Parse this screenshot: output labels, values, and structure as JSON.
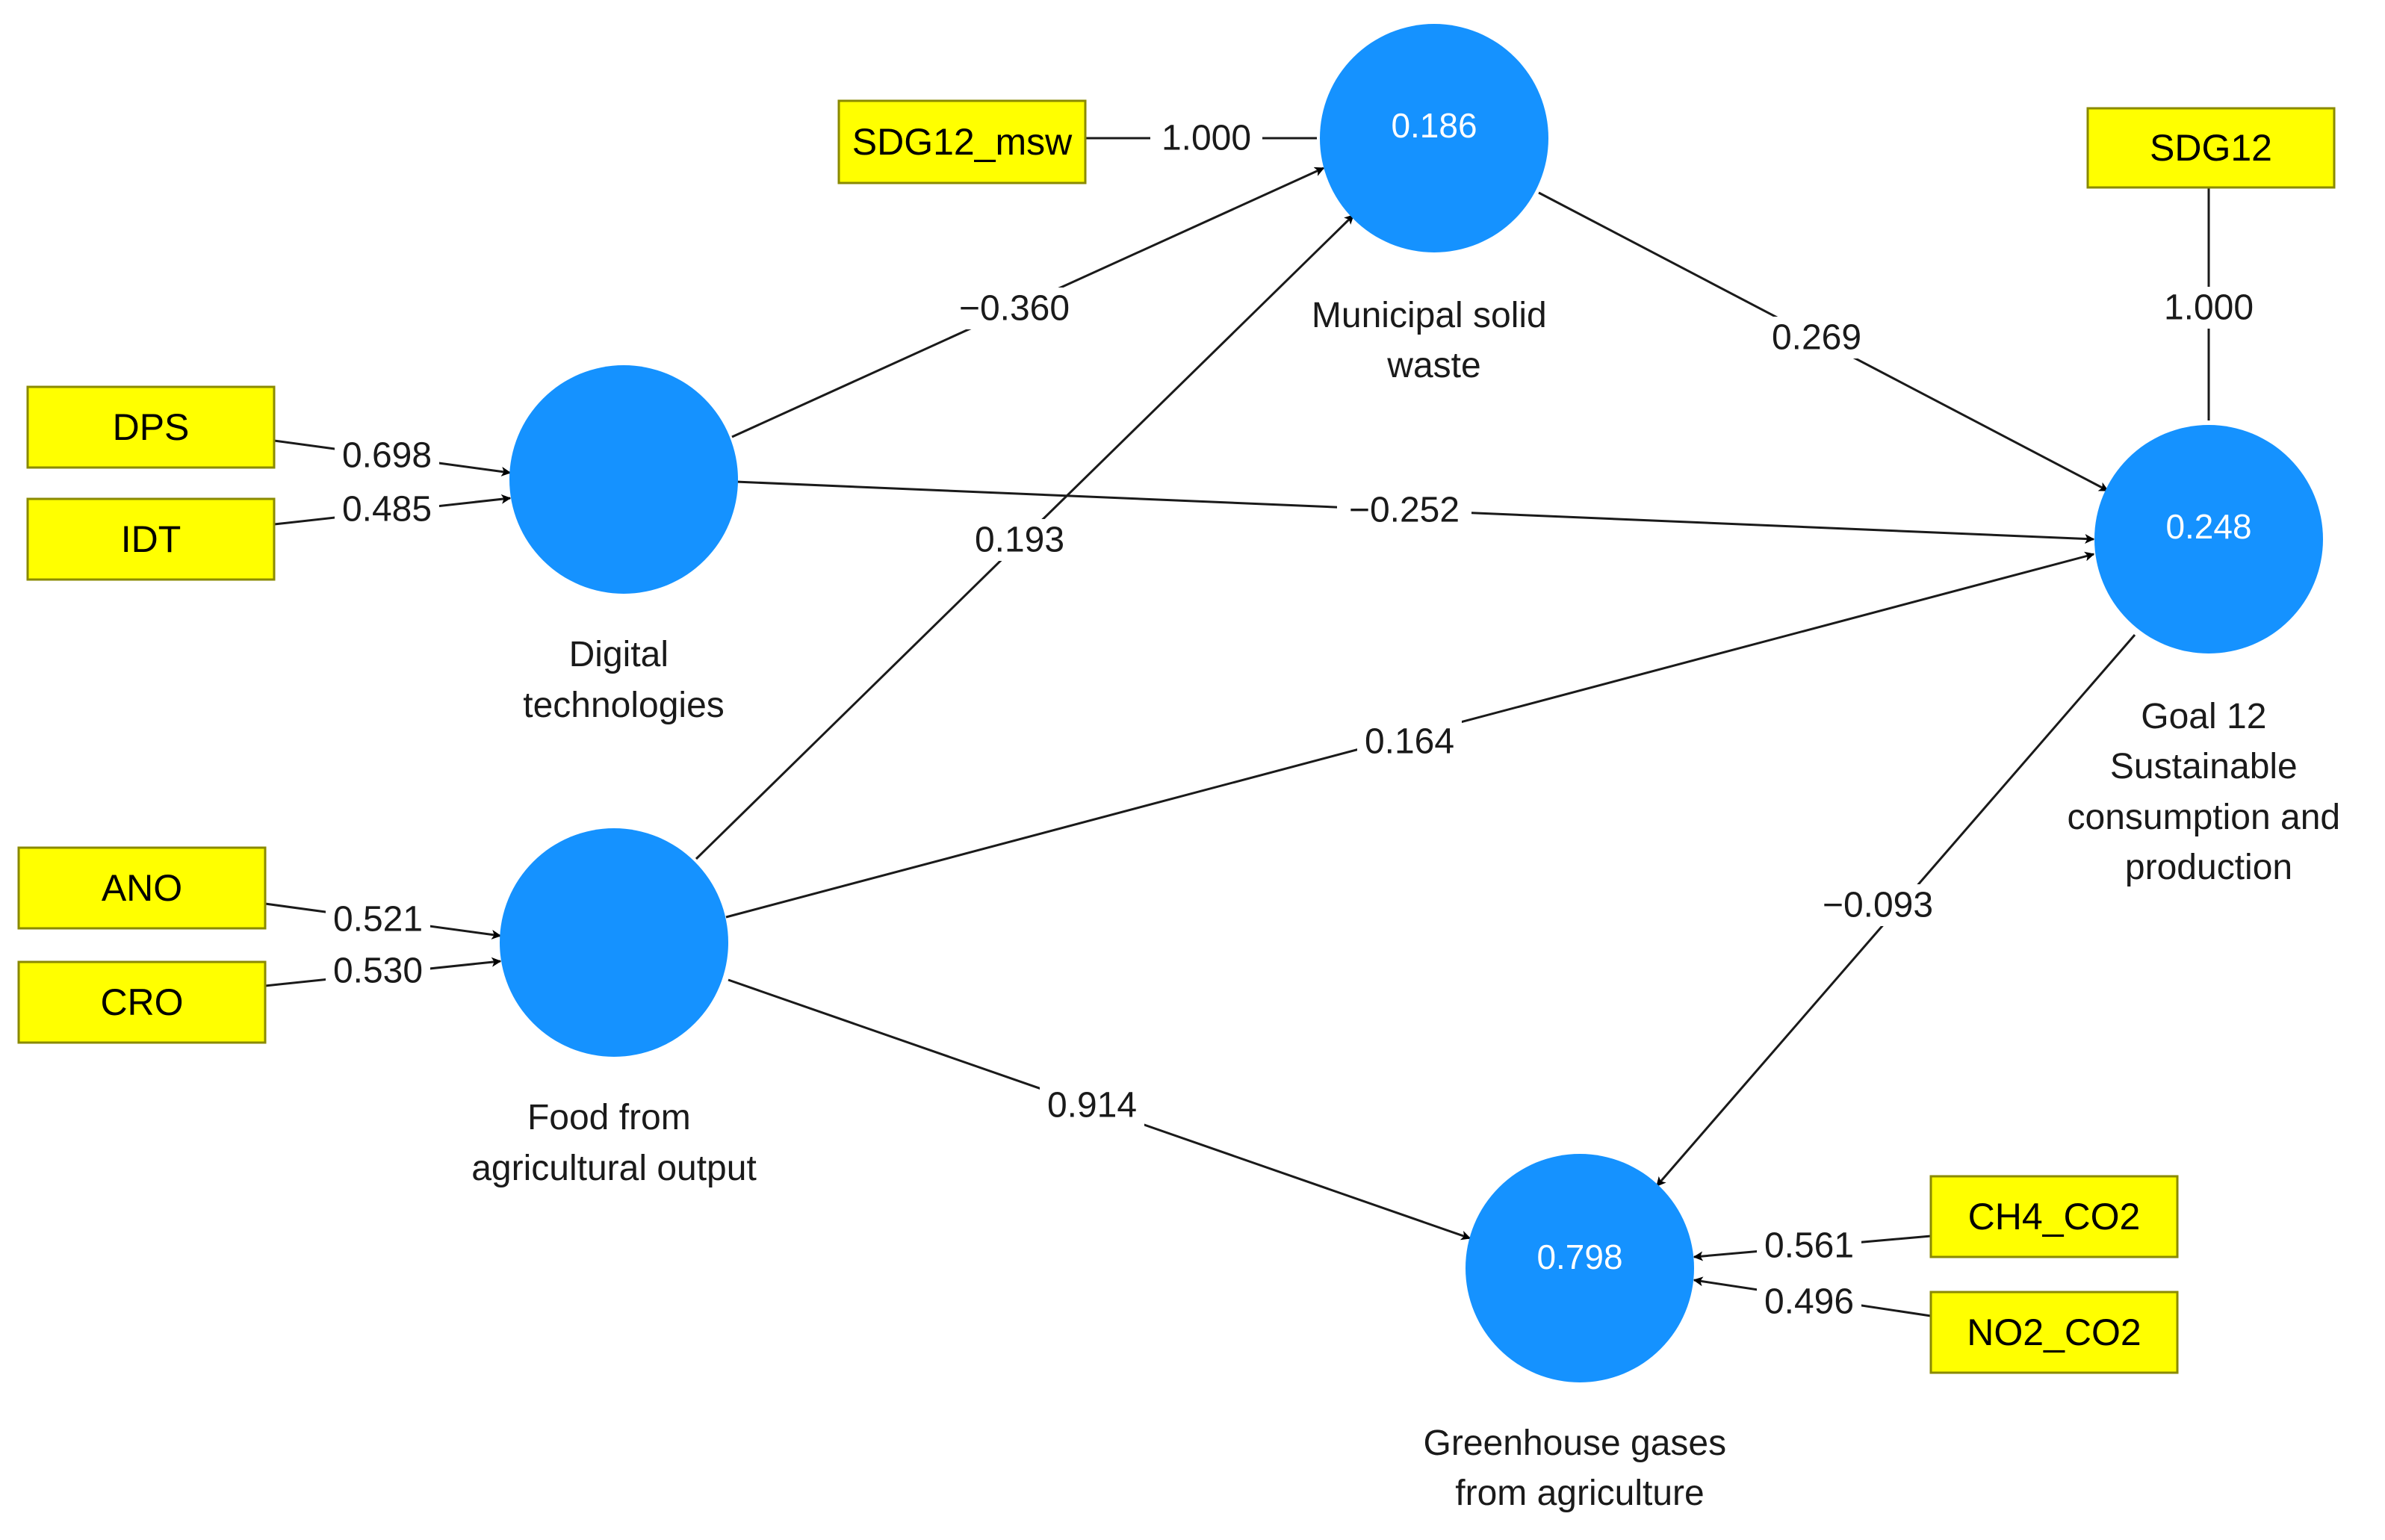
{
  "constructs": {
    "msw": {
      "value": "0.186",
      "label_lines": [
        "Municipal solid",
        "waste"
      ]
    },
    "digital": {
      "value": "",
      "label_lines": [
        "Digital",
        "technologies"
      ]
    },
    "goal12": {
      "value": "0.248",
      "label_lines": [
        "Goal 12",
        "Sustainable",
        "consumption and",
        "production"
      ]
    },
    "food": {
      "value": "",
      "label_lines": [
        "Food from",
        "agricultural output"
      ]
    },
    "ghg": {
      "value": "0.798",
      "label_lines": [
        "Greenhouse gases",
        "from agriculture"
      ]
    }
  },
  "indicators": {
    "sdg12_msw": "SDG12_msw",
    "sdg12": "SDG12",
    "dps": "DPS",
    "idt": "IDT",
    "ano": "ANO",
    "cro": "CRO",
    "ch4_co2": "CH4_CO2",
    "no2_co2": "NO2_CO2"
  },
  "outer_loadings": {
    "sdg12_msw": "1.000",
    "sdg12": "1.000",
    "dps": "0.698",
    "idt": "0.485",
    "ano": "0.521",
    "cro": "0.530",
    "ch4_co2": "0.561",
    "no2_co2": "0.496"
  },
  "path_coefficients": {
    "digital_msw": "−0.360",
    "digital_goal12": "−0.252",
    "food_msw": "0.193",
    "food_goal12": "0.164",
    "food_ghg": "0.914",
    "msw_goal12": "0.269",
    "goal12_ghg": "−0.093"
  },
  "colors": {
    "construct": "#1592ff",
    "indicator": "#ffff00"
  }
}
